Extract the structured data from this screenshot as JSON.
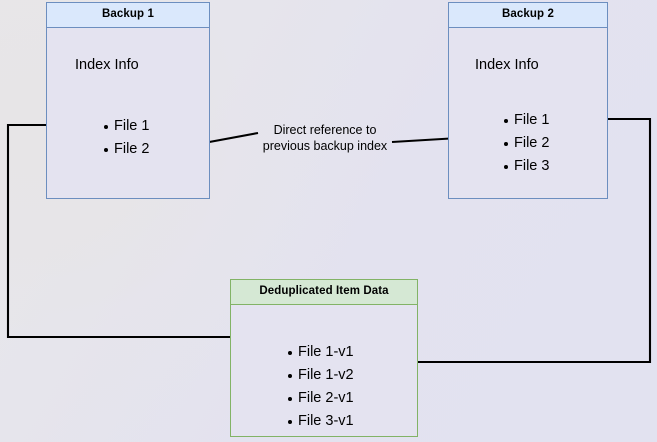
{
  "diagram": {
    "title_hidden": "",
    "background_colors": {
      "top_left": "#e9e7e9",
      "bottom_right": "#e2e2f0"
    },
    "palette": {
      "blue_border": "#6c8ebf",
      "blue_header_fill": "#dae8fc",
      "green_border": "#82b366",
      "green_header_fill": "#d5e8d4",
      "body_fill": "#e4e3f0",
      "connector": "#000000"
    }
  },
  "nodes": {
    "backup1": {
      "header": "Backup 1",
      "section_label": "Index Info",
      "items": [
        "File 1",
        "File 2"
      ]
    },
    "backup2": {
      "header": "Backup 2",
      "section_label": "Index Info",
      "items": [
        "File 1",
        "File 2",
        "File 3"
      ]
    },
    "dedup": {
      "header": "Deduplicated Item Data",
      "items": [
        "File 1-v1",
        "File 1-v2",
        "File 2-v1",
        "File 3-v1"
      ]
    }
  },
  "edges": {
    "direct_reference_label_line1": "Direct reference to",
    "direct_reference_label_line2": "previous backup index"
  }
}
